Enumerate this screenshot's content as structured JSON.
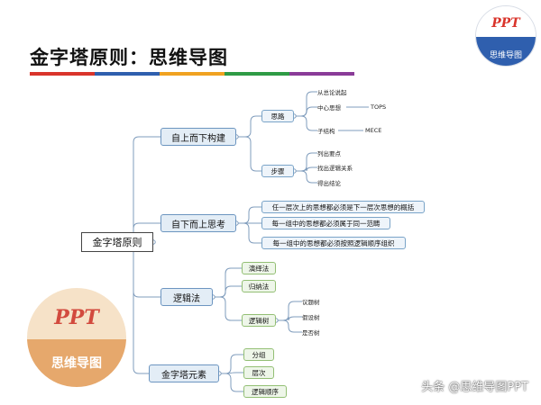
{
  "title": "金字塔原则：思维导图",
  "title_bar_colors": [
    "#d9342b",
    "#2f5fae",
    "#f0a221",
    "#2e9b45",
    "#8a3b98"
  ],
  "logo": {
    "ppt": "PPT",
    "label": "思维导图",
    "top_color": "#f6e2c8",
    "bottom_color": "#e6a86c",
    "ppt_color": "#d24a3e"
  },
  "logo_small": {
    "ppt": "PPT",
    "label": "思维导图",
    "top_color": "#ffffff",
    "bottom_color": "#2f5fae",
    "ppt_color": "#d9342b"
  },
  "mindmap": {
    "root": "金字塔原则",
    "branches": [
      {
        "label": "自上而下构建",
        "children": [
          {
            "label": "思路",
            "children": [
              "从总论说起",
              "中心思想",
              "子结构"
            ],
            "tags": {
              "中心思想": "TOPS",
              "子结构": "MECE"
            }
          },
          {
            "label": "步骤",
            "children": [
              "列出要点",
              "找出逻辑关系",
              "得出结论"
            ]
          }
        ]
      },
      {
        "label": "自下而上思考",
        "children": [
          {
            "label": "任一层次上的思想都必须是下一层次思想的概括"
          },
          {
            "label": "每一组中的思想都必须属于同一范畴"
          },
          {
            "label": "每一组中的思想都必须按照逻辑顺序组织"
          }
        ]
      },
      {
        "label": "逻辑法",
        "children": [
          {
            "label": "演绎法"
          },
          {
            "label": "归纳法"
          },
          {
            "label": "逻辑树",
            "children": [
              "议题树",
              "假设树",
              "是否树"
            ]
          }
        ]
      },
      {
        "label": "金字塔元素",
        "children": [
          {
            "label": "分组"
          },
          {
            "label": "层次"
          },
          {
            "label": "逻辑顺序"
          }
        ]
      }
    ]
  },
  "line_color": "#7f9cbc",
  "watermark": "头条 @思维导图PPT"
}
